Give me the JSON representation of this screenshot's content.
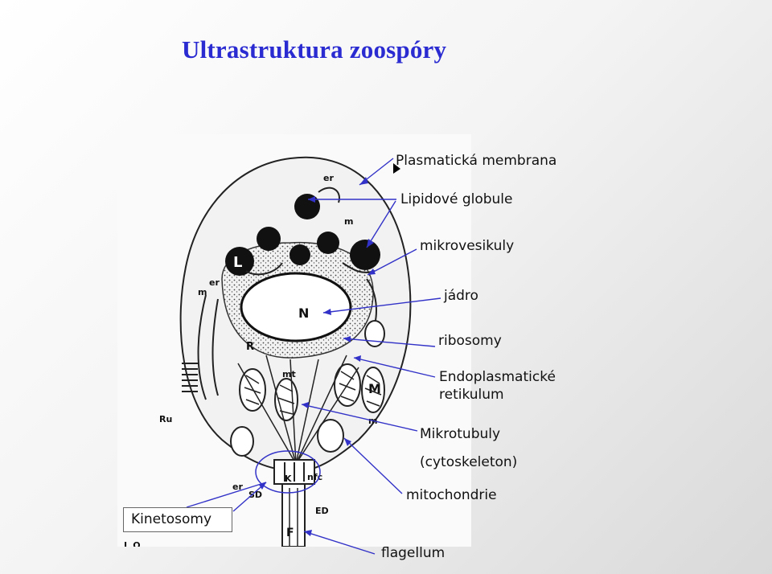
{
  "slide": {
    "title": "Ultrastruktura zoospóry"
  },
  "labels": {
    "plasma_membrane": "Plasmatická membrana",
    "lipid_globule": "Lipidové globule",
    "microvesicles": "mikrovesikuly",
    "nucleus": "jádro",
    "ribosomes": "ribosomy",
    "er_line1": "Endoplasmatické",
    "er_line2": "retikulum",
    "microtubules_line1": "Mikrotubuly",
    "microtubules_line2": "(cytoskeleton)",
    "mitochondria": "mitochondrie",
    "flagellum": "flagellum",
    "kinetosome": "Kinetosomy"
  },
  "figure_letters": {
    "er_top": "er",
    "m_top": "m",
    "L": "L",
    "N": "N",
    "er_left": "er",
    "m_left": "m",
    "R": "R",
    "mt": "mt",
    "M": "M",
    "m_right": "m",
    "Ru": "Ru",
    "SD": "SD",
    "er_bottom": "er",
    "K": "K",
    "nfc": "nfc",
    "ED": "ED",
    "F": "F",
    "fig_no": "L.O"
  },
  "colors": {
    "title": "#2b2bd2",
    "arrow": "#3232c8"
  }
}
